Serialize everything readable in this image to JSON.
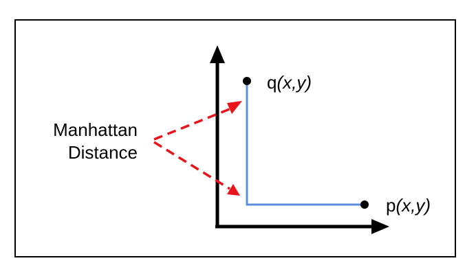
{
  "diagram": {
    "annotation": {
      "line1": "Manhattan",
      "line2": "Distance"
    },
    "point_q": {
      "name": "q",
      "coords": "(x,y)"
    },
    "point_p": {
      "name": "p",
      "coords": "(x,y)"
    },
    "colors": {
      "frame": "#000000",
      "axes": "#000000",
      "path": "#5b8ddc",
      "arrows": "#e8141c",
      "points": "#000000"
    }
  }
}
